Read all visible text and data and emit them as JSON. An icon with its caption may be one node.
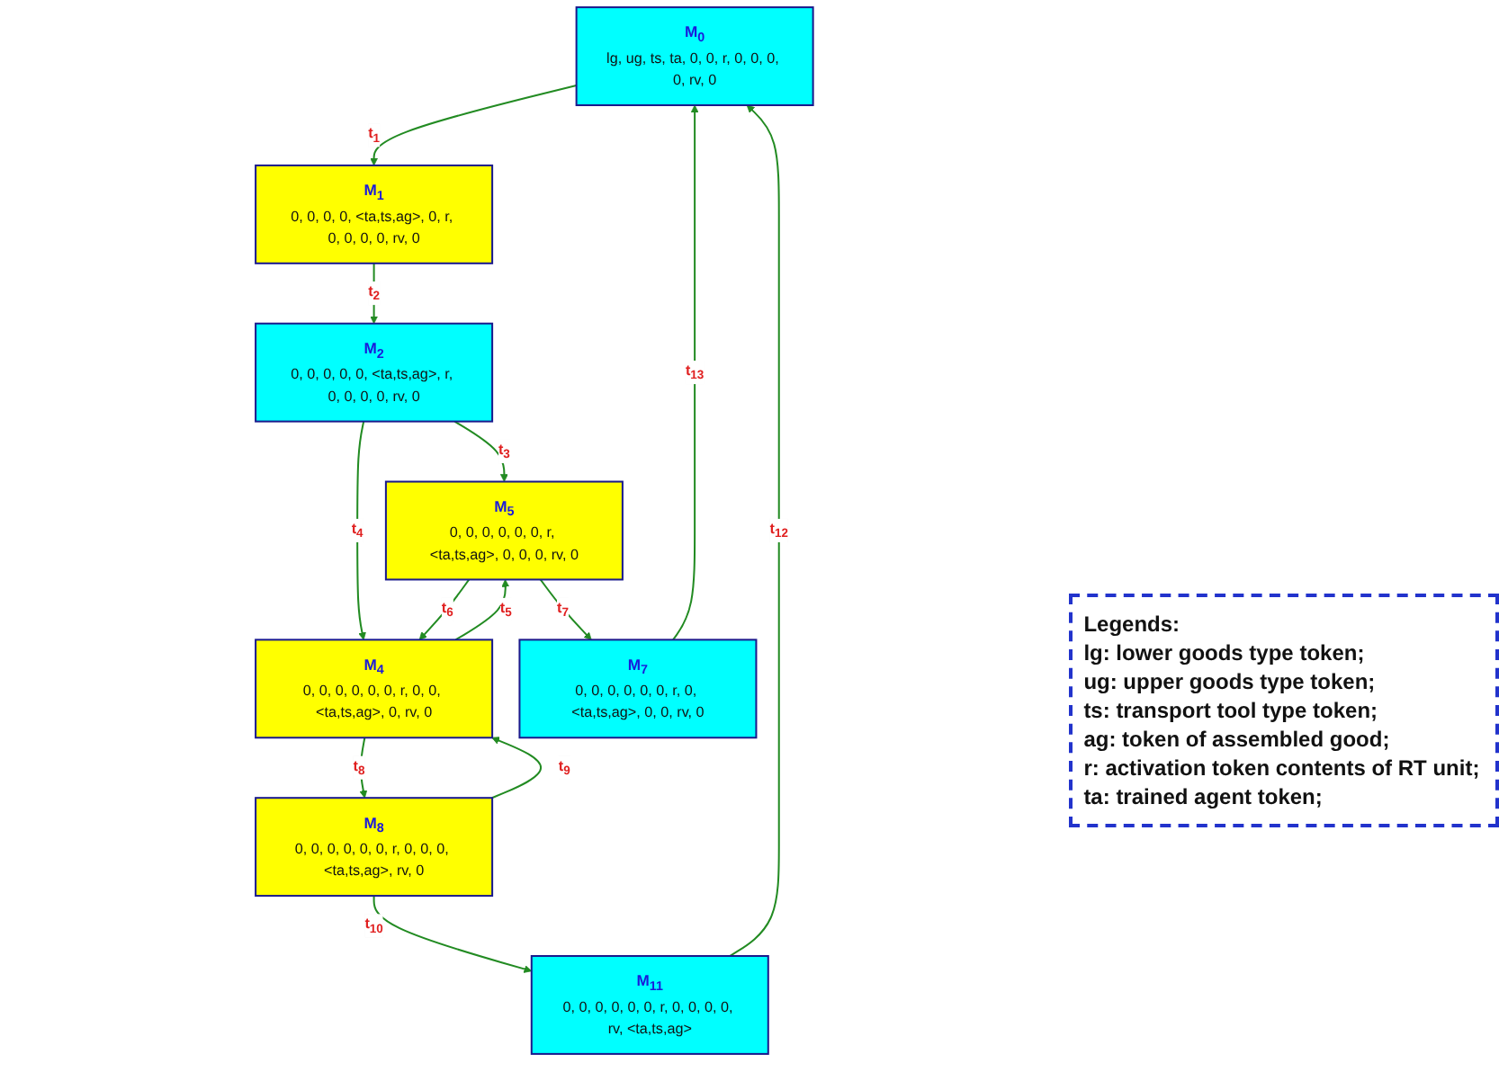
{
  "diagram": {
    "nodes": [
      {
        "text": [
          "M$_{0}$",
          "lg, ug, ts, ta, 0, 0, r, 0, 0, 0, 0, rv, 0"
        ]
      },
      {
        "text": [
          "M$_{1}$",
          "0, 0, 0, 0, <ta,ts,ag>, 0, r, 0, 0, 0, 0, rv, 0"
        ]
      },
      {
        "text": [
          "M$_{2}$",
          "0, 0, 0, 0, 0, <ta,ts,ag>, r, 0, 0, 0, 0, rv, 0"
        ]
      },
      {
        "text": [
          "M$_{4}$",
          "0, 0, 0, 0, 0, 0, r, 0, 0, <ta,ts,ag>, 0, rv, 0"
        ]
      },
      {
        "text": [
          "M$_{5}$",
          "0, 0, 0, 0, 0, 0, r, <ta,ts,ag>, 0, 0, 0, rv, 0"
        ]
      },
      {
        "text": [
          "M$_{8}$",
          "0, 0, 0, 0, 0, 0, r, 0, 0, 0, <ta,ts,ag>, rv, 0"
        ]
      },
      {
        "text": [
          "M$_{7}$",
          "0, 0, 0, 0, 0, 0, r, 0, <ta,ts,ag>, 0, 0, rv, 0"
        ]
      },
      {
        "text": [
          "M$_{11}$",
          "0, 0, 0, 0, 0, 0, r, 0, 0, 0, 0, rv, <ta,ts,ag>"
        ]
      }
    ],
    "edges": [
      {
        "from": 0,
        "to": 1,
        "arrow": "to",
        "label": "t$_{1}$"
      },
      {
        "from": 1,
        "to": 2,
        "arrow": "to",
        "label": "t$_{2}$"
      },
      {
        "from": 2,
        "to": 4,
        "arrow": "to",
        "label": "t$_{3}$"
      },
      {
        "from": 2,
        "to": 3,
        "arrow": "to",
        "label": "t$_{4}$"
      },
      {
        "from": 3,
        "to": 4,
        "arrow": "to",
        "label": "t$_{5}$"
      },
      {
        "from": 4,
        "to": 3,
        "arrow": "to",
        "label": "t$_{6}$"
      },
      {
        "from": 4,
        "to": 6,
        "arrow": "to",
        "label": "t$_{7}$"
      },
      {
        "from": 3,
        "to": 5,
        "arrow": "to",
        "label": "t$_{8}$"
      },
      {
        "from": 5,
        "to": 3,
        "arrow": "to",
        "label": "t$_{9}$"
      },
      {
        "from": 5,
        "to": 7,
        "arrow": "to",
        "label": "t$_{10}$"
      },
      {
        "from": 7,
        "to": 0,
        "arrow": "to",
        "label": "t$_{12}$"
      },
      {
        "from": 6,
        "to": 0,
        "arrow": "to",
        "label": "t$_{13}$"
      }
    ],
    "labels": [
      "Legends:",
      "lg: lower goods type token;",
      "ug: upper goods type token;",
      "ts: transport tool type token;",
      "ag: token of assembled good;",
      "r: activation token contents of RT unit;",
      "ta: trained agent token;"
    ]
  }
}
